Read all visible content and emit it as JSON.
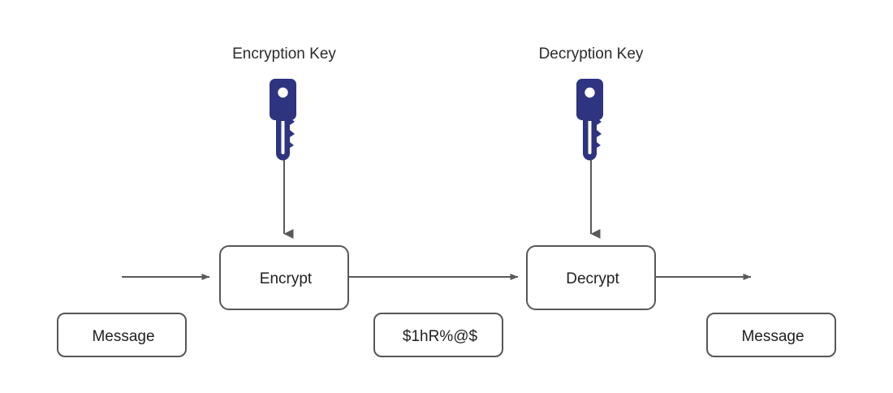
{
  "diagram": {
    "title_text": "",
    "colors": {
      "key_fill": "#2E3480",
      "stroke": "#575757",
      "arrow": "#595959",
      "text": "#1f1f1f",
      "background": "#ffffff"
    },
    "captions": [
      {
        "id": "encryption-key",
        "text": "Encryption Key"
      },
      {
        "id": "decryption-key",
        "text": "Decryption Key"
      }
    ],
    "keys": [
      {
        "id": "encryption-key-icon",
        "name": "key-icon"
      },
      {
        "id": "decryption-key-icon",
        "name": "key-icon"
      }
    ],
    "process_nodes": [
      {
        "id": "encrypt",
        "label": "Encrypt"
      },
      {
        "id": "decrypt",
        "label": "Decrypt"
      }
    ],
    "data_nodes": [
      {
        "id": "plaintext-input",
        "label": "Message"
      },
      {
        "id": "ciphertext",
        "label": "$1hR%@$"
      },
      {
        "id": "plaintext-output",
        "label": "Message"
      }
    ],
    "arrows": [
      {
        "id": "input-to-encrypt",
        "direction": "right"
      },
      {
        "id": "encrypt-to-decrypt",
        "direction": "right"
      },
      {
        "id": "decrypt-to-output",
        "direction": "right"
      },
      {
        "id": "encryption-key-to-encrypt",
        "direction": "down"
      },
      {
        "id": "decryption-key-to-decrypt",
        "direction": "down"
      }
    ]
  }
}
